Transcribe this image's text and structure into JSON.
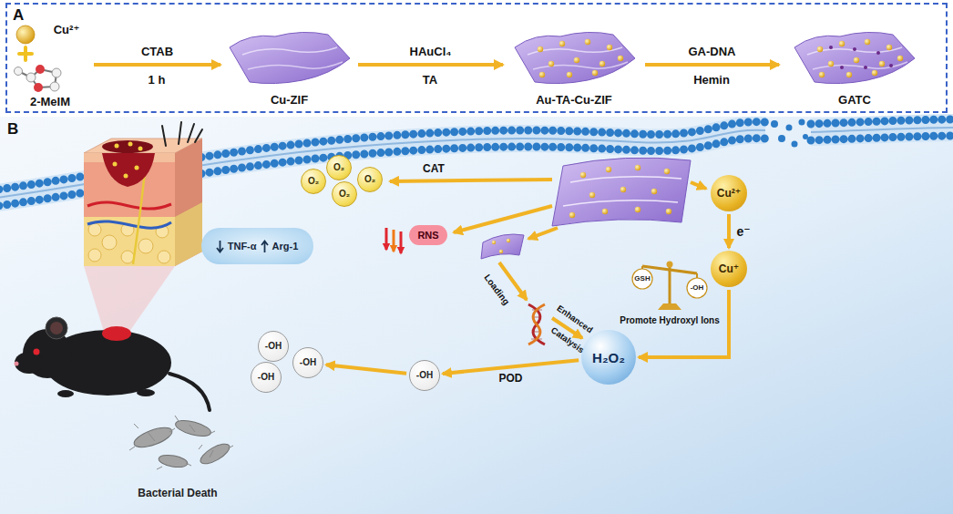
{
  "diagram": {
    "nodes": [
      {
        "text": [
          "A"
        ]
      },
      {
        "text": [
          "Cu²⁺",
          "2-MeIM"
        ],
        "in": 0
      },
      {
        "text": [
          "Cu-ZIF"
        ],
        "in": 0
      },
      {
        "text": [
          "Au-TA-Cu-ZIF"
        ],
        "in": 0
      },
      {
        "text": [
          "GATC"
        ],
        "in": 0
      },
      {
        "text": [
          "B"
        ]
      },
      {
        "text": [
          "O₂"
        ],
        "in": 5
      },
      {
        "text": [
          "O₂"
        ],
        "in": 5
      },
      {
        "text": [
          "O₂"
        ],
        "in": 5
      },
      {
        "text": [
          "O₂"
        ],
        "in": 5
      },
      {
        "text": [
          "Cu²⁺"
        ],
        "in": 5
      },
      {
        "text": [
          "RNS"
        ],
        "in": 5
      },
      {
        "text": [
          "TNF-α",
          "Arg-1"
        ],
        "in": 5
      },
      {
        "text": [
          "Cu⁺"
        ],
        "in": 5
      },
      {
        "text": [
          "-OH"
        ],
        "in": 5
      },
      {
        "text": [
          "-OH"
        ],
        "in": 5
      },
      {
        "text": [
          "-OH"
        ],
        "in": 5
      },
      {
        "text": [
          "-OH"
        ],
        "in": 5
      },
      {
        "text": [
          "H₂O₂"
        ],
        "in": 5
      }
    ],
    "edges": [
      {
        "from": 1,
        "to": 2,
        "arrow": "to",
        "label": "CTAB"
      },
      {
        "from": 2,
        "to": 3,
        "arrow": "to",
        "label": "HAuCl₄"
      },
      {
        "from": 3,
        "to": 4,
        "arrow": "to",
        "label": "GA-DNA"
      },
      {
        "from": 10,
        "to": 13,
        "arrow": "to",
        "label": "e⁻"
      },
      {
        "from": 13,
        "to": 18,
        "arrow": "to"
      },
      {
        "from": 18,
        "to": 17,
        "arrow": "to",
        "label": "POD"
      },
      {
        "from": 17,
        "to": 15,
        "arrow": "to"
      }
    ],
    "labels": [
      "1 h",
      "TA",
      "Hemin",
      "CAT",
      "Loading",
      "Enhanced",
      "Catalysis",
      "GSH",
      "-OH",
      "Promote Hydroxyl Ions",
      "Bacterial Death"
    ]
  }
}
